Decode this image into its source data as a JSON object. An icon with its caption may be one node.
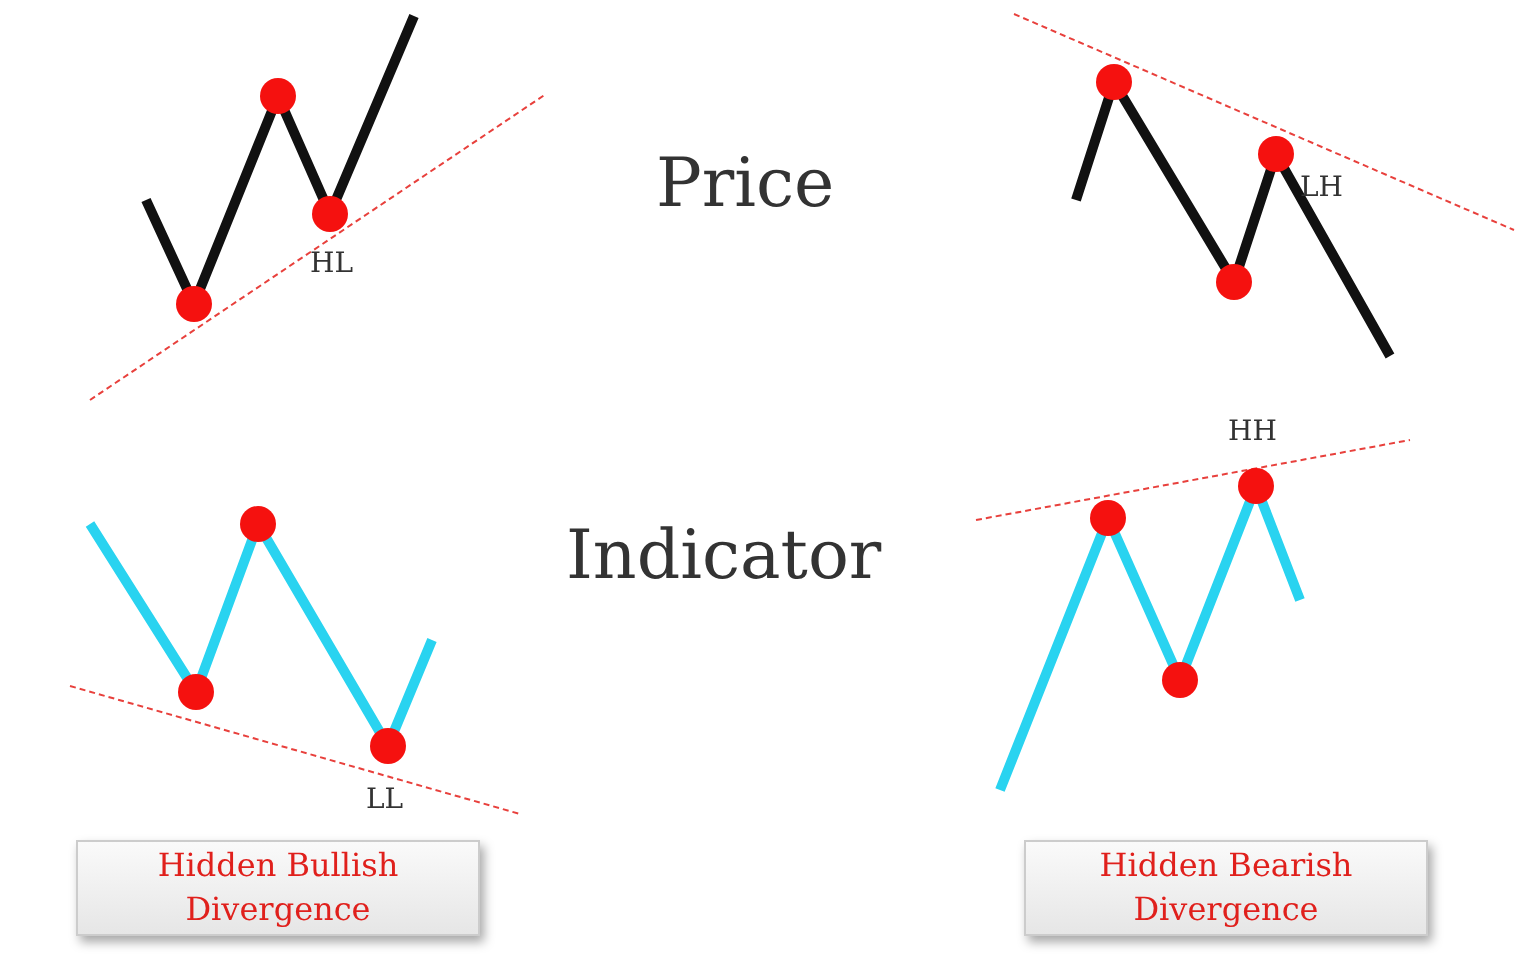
{
  "diagram": {
    "nodes": [
      {
        "text": [
          "Hidden Bullish Divergence"
        ]
      },
      {
        "text": [
          "Hidden Bearish Divergence"
        ]
      }
    ],
    "labels": [
      "LH",
      "Price",
      "HL",
      "HH",
      "Indicator",
      "LL"
    ]
  }
}
